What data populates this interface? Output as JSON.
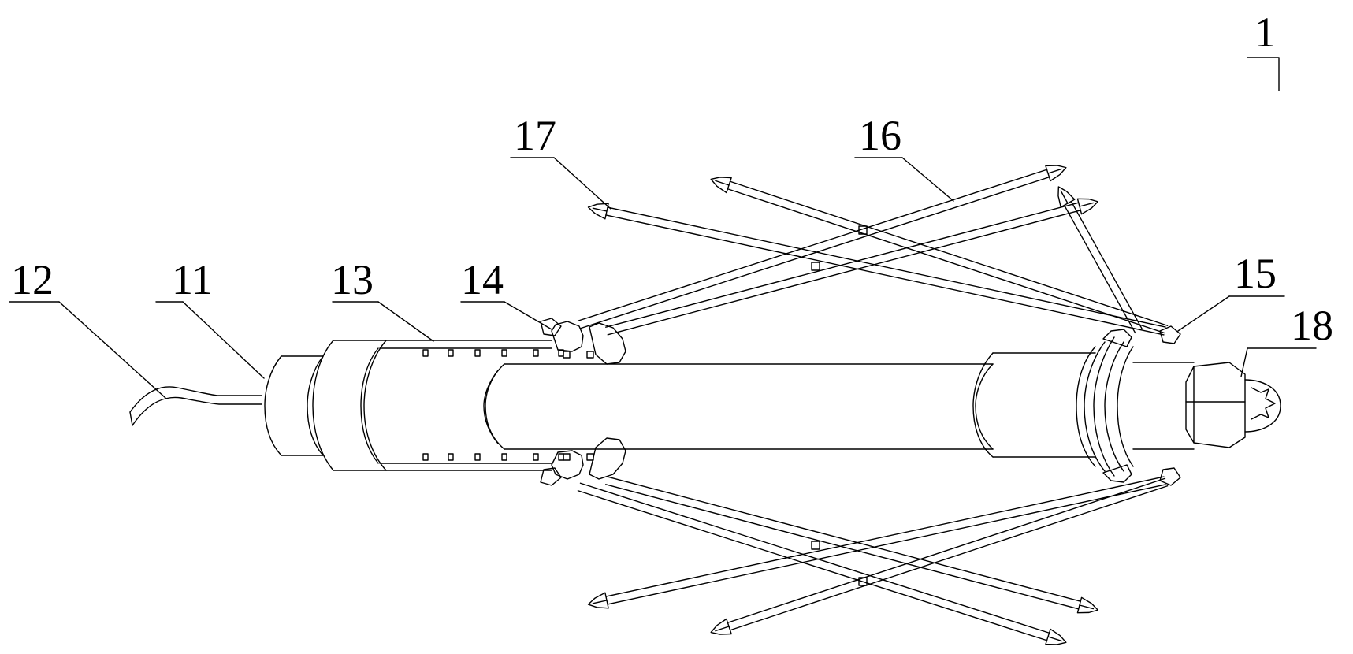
{
  "figure": {
    "reference_labels": {
      "assembly": "1",
      "housing": "11",
      "cable": "12",
      "sleeve": "13",
      "front_ring": "14",
      "rear_ring": "15",
      "support_arm": "16",
      "arm_tip": "17",
      "end_cap": "18"
    },
    "colors": {
      "line": "#000000",
      "background": "#ffffff"
    }
  }
}
